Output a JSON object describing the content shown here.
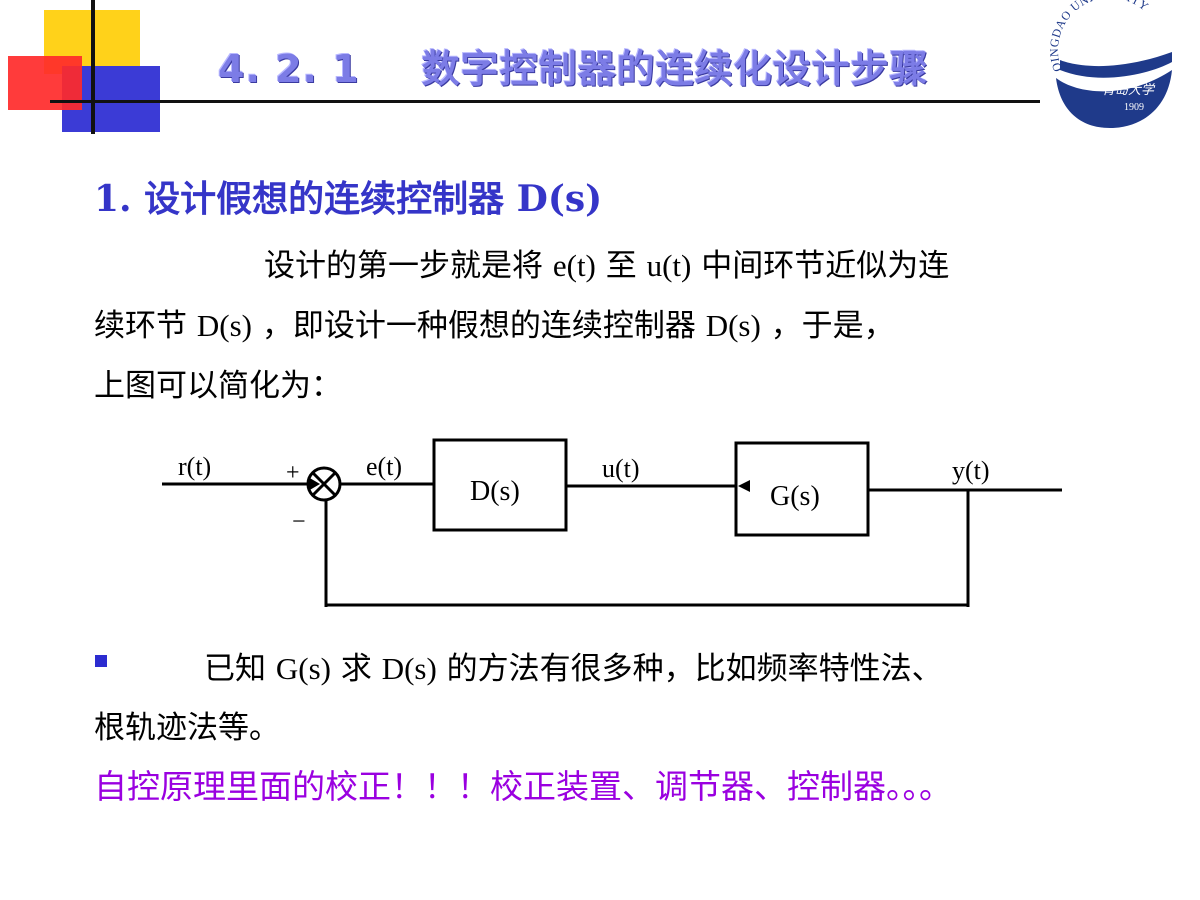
{
  "header": {
    "number": "4. 2. 1",
    "title": "数字控制器的连续化设计步骤",
    "logo": {
      "name": "qingdao-university-logo",
      "text_en": "QINGDAO UNIVERSITY",
      "text_cn": "青岛大学",
      "year": "1909",
      "color": "#1f3a8a"
    }
  },
  "section": {
    "heading": "1. 设计假想的连续控制器 D(s)"
  },
  "paragraph": {
    "line1_a": "设计的第一步就是将 ",
    "line1_b": "e(t)",
    "line1_c": " 至 ",
    "line1_d": "u(t)",
    "line1_e": " 中间环节近似为连",
    "line2_a": "续环节 ",
    "line2_b": "D(s)",
    "line2_c": " ，即设计一种假想的连续控制器 ",
    "line2_d": "D(s)",
    "line2_e": " ，于是，",
    "line3": "上图可以简化为："
  },
  "diagram": {
    "input_label": "r(t)",
    "plus_sign": "+",
    "minus_sign": "−",
    "error_label": "e(t)",
    "controller_label": "D(s)",
    "control_label": "u(t)",
    "plant_label": "G(s)",
    "output_label": "y(t)"
  },
  "bullet_text": {
    "a": "已知 ",
    "b": "G(s)",
    "c": " 求 ",
    "d": "D(s)",
    "e": " 的方法有很多种，比如频率特性法、",
    "line2": "根轨迹法等。"
  },
  "note": {
    "text": "自控原理里面的校正！！！校正装置、调节器、控制器。。。",
    "color": "#9a00e0"
  },
  "colors": {
    "title": "#7c7ce6",
    "heading": "#3535c8",
    "deco_yellow": "#ffd21a",
    "deco_red": "#ff2020",
    "deco_blue": "#2a2ad8"
  }
}
